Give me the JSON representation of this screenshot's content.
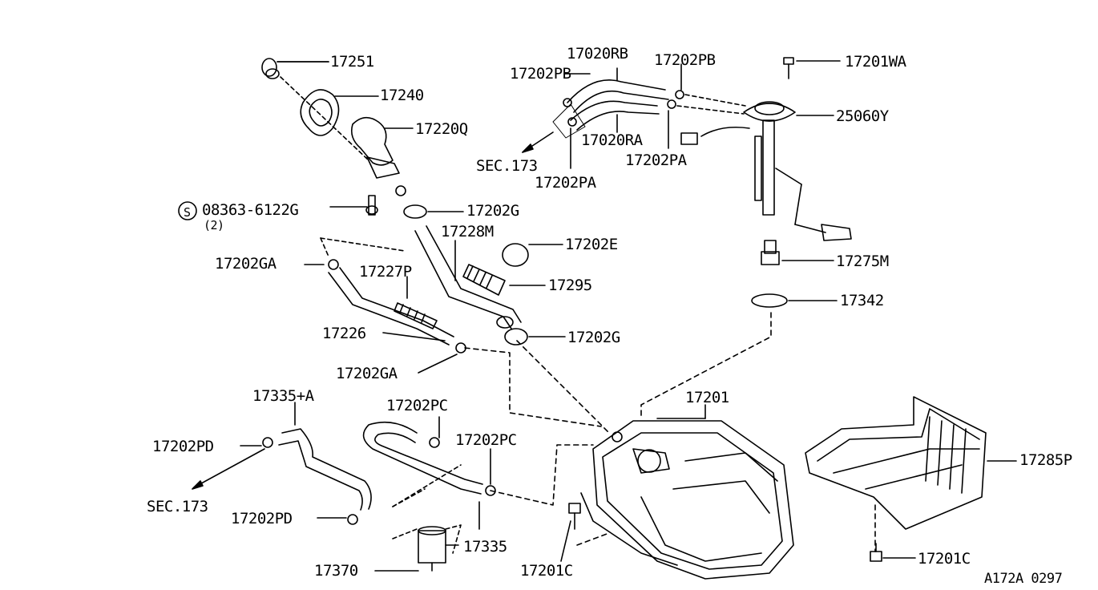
{
  "diagram": {
    "labels": {
      "p17251": "17251",
      "p17240": "17240",
      "p17220Q": "17220Q",
      "s08363": "08363-6122G",
      "s08363_qty": "(2)",
      "p17202G_top": "17202G",
      "p17228M": "17228M",
      "p17202E": "17202E",
      "p17202GA_top": "17202GA",
      "p17227P": "17227P",
      "p17295": "17295",
      "p17226": "17226",
      "p17202G_bot": "17202G",
      "p17202GA_bot": "17202GA",
      "p17020RB": "17020RB",
      "p17202PB_left": "17202PB",
      "p17202PB_right": "17202PB",
      "sec173_top": "SEC.173",
      "p17020RA": "17020RA",
      "p17202PA_right": "17202PA",
      "p17202PA_left": "17202PA",
      "p17201WA": "17201WA",
      "p25060Y": "25060Y",
      "p17275M": "17275M",
      "p17342": "17342",
      "p17335A": "17335+A",
      "p17202PD_top": "17202PD",
      "sec173_bot": "SEC.173",
      "p17202PD_bot": "17202PD",
      "p17202PC_top": "17202PC",
      "p17202PC_right": "17202PC",
      "p17335": "17335",
      "p17370": "17370",
      "p17201": "17201",
      "p17201C_left": "17201C",
      "p17285P": "17285P",
      "p17201C_right": "17201C",
      "ref_code": "A172A 0297",
      "s_symbol": "S"
    }
  }
}
